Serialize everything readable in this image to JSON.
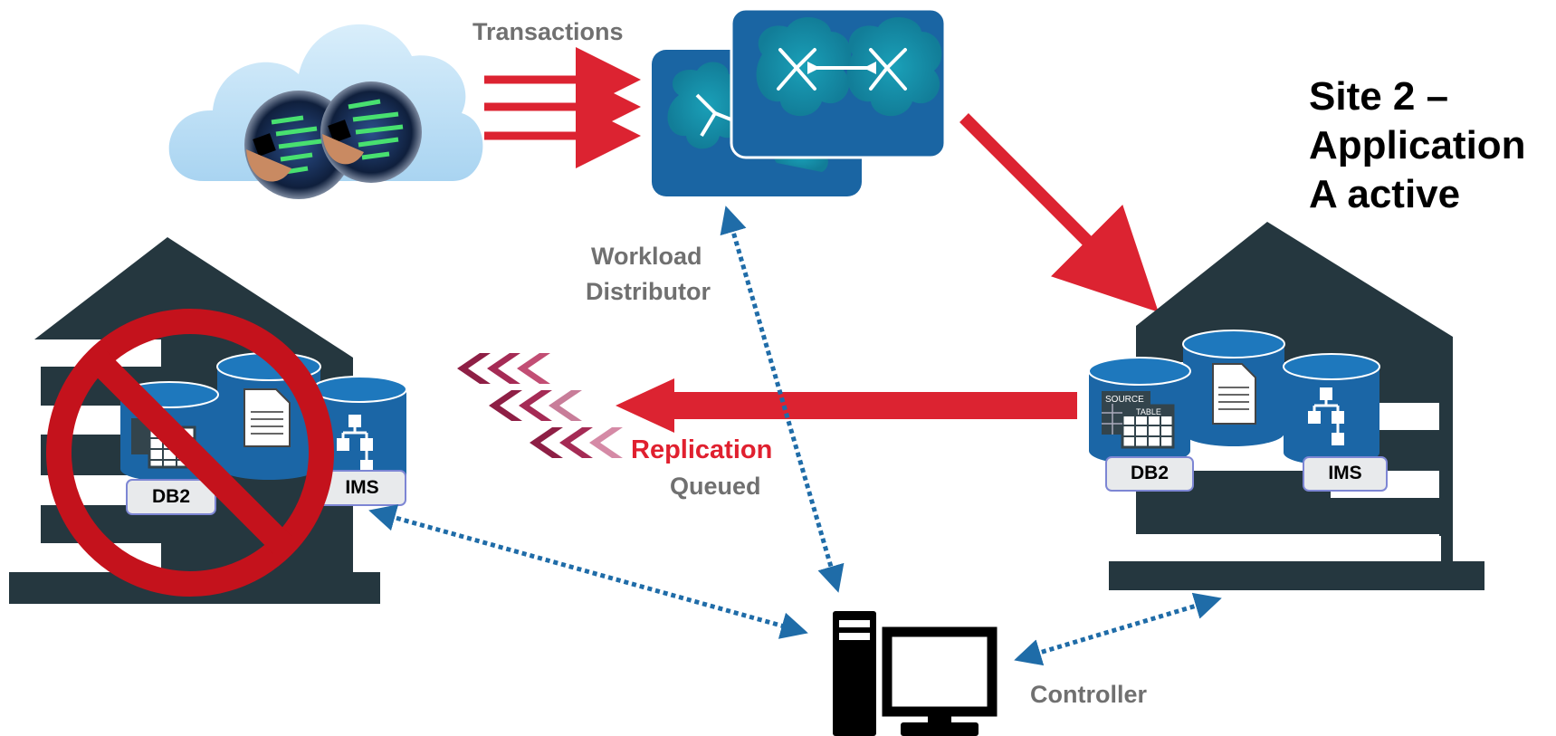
{
  "labels": {
    "transactions": "Transactions",
    "workload_line1": "Workload",
    "workload_line2": "Distributor",
    "replication": "Replication",
    "queued": "Queued",
    "controller": "Controller",
    "site2_title": "Site 2 –\nApplication\nA active"
  },
  "site1": {
    "db2_label": "DB2",
    "ims_label": "IMS",
    "status": "unavailable"
  },
  "site2": {
    "db2_label": "DB2",
    "ims_label": "IMS",
    "source_tag": "SOURCE",
    "table_tag": "TABLE"
  },
  "icons": [
    "cloud-icon",
    "workload-distributor-icon",
    "building-icon",
    "database-cylinder-icon",
    "document-icon",
    "hierarchy-icon",
    "prohibited-icon",
    "computer-icon"
  ],
  "colors": {
    "building": "#25373f",
    "cylinder": "#1b66a6",
    "cylinder_top": "#1e78bd",
    "distributor": "#1a65a3",
    "flow_arrow": "#dc2331",
    "dotted_link": "#1f6ca8",
    "prohibited": "#c4121c",
    "label_gray": "#707070",
    "label_red": "#e0202f"
  }
}
